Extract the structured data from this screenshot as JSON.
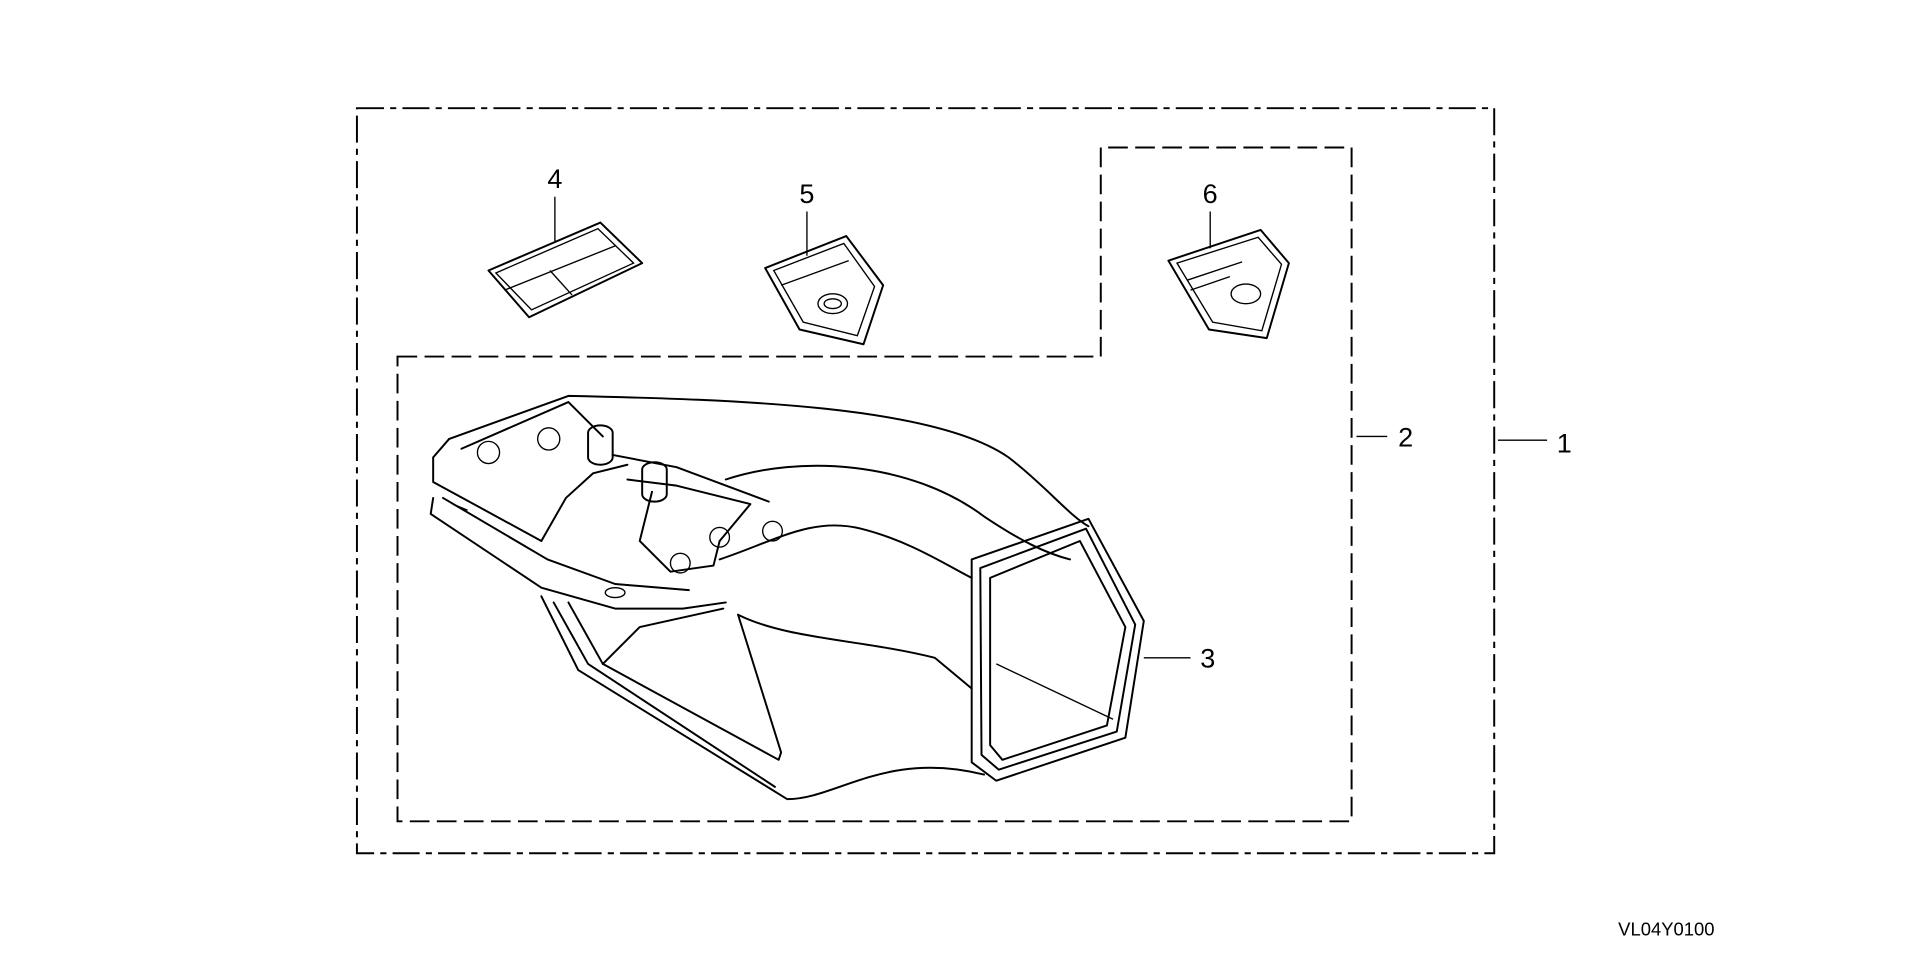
{
  "diagram": {
    "code": "VL04Y0100",
    "callouts": [
      {
        "id": "1",
        "label": "1"
      },
      {
        "id": "2",
        "label": "2"
      },
      {
        "id": "3",
        "label": "3"
      },
      {
        "id": "4",
        "label": "4"
      },
      {
        "id": "5",
        "label": "5"
      },
      {
        "id": "6",
        "label": "6"
      }
    ]
  }
}
